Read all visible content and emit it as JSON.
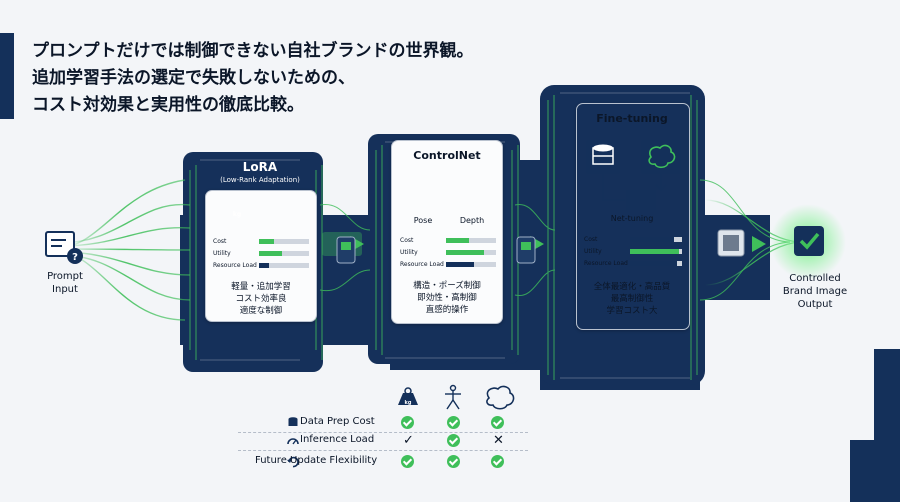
{
  "title": {
    "line1": "プロンプトだけでは制御できない自社ブランドの世界観。",
    "line2": "追加学習手法の選定で失敗しないための、",
    "line3": "コスト対効果と実用性の徹底比較。"
  },
  "input": {
    "label_line1": "Prompt",
    "label_line2": "Input"
  },
  "output": {
    "label_line1": "Controlled",
    "label_line2": "Brand Image",
    "label_line3": "Output"
  },
  "metric_labels": {
    "cost": "Cost",
    "utility": "Utility",
    "resource": "Resource Load"
  },
  "lora": {
    "title": "LoRA",
    "subtitle": "(Low-Rank Adaptation)",
    "icon_text": "kg",
    "metrics": {
      "cost": 0.3,
      "utility": 0.45,
      "resource": 0.2
    },
    "desc_line1": "軽量・追加学習",
    "desc_line2": "コスト効率良",
    "desc_line3": "適度な制御"
  },
  "controlnet": {
    "title": "ControlNet",
    "pose_label": "Pose",
    "depth_label": "Depth",
    "metrics": {
      "cost": 0.45,
      "utility": 0.75,
      "resource": 0.55
    },
    "desc_line1": "構造・ポーズ制御",
    "desc_line2": "即効性・高制御",
    "desc_line3": "直感的操作"
  },
  "finetuning": {
    "title": "Fine-tuning",
    "sub_label": "Net-tuning",
    "metrics": {
      "cost": 0.85,
      "utility": 0.95,
      "resource": 0.9
    },
    "desc_line1": "全体最適化・高品質",
    "desc_line2": "最高制御性",
    "desc_line3": "学習コスト大"
  },
  "table": {
    "header_icon_1": "kg",
    "rows": [
      {
        "label": "Data Prep Cost",
        "marks": [
          "check",
          "check",
          "check"
        ]
      },
      {
        "label": "Inference Load",
        "marks": [
          "tick",
          "check",
          "cross"
        ]
      },
      {
        "label": "Future Update Flexibility",
        "marks": [
          "check",
          "check",
          "check"
        ]
      }
    ]
  },
  "colors": {
    "navy": "#14305a",
    "green": "#3fbf5a",
    "card_border": "#b9c2cf"
  }
}
